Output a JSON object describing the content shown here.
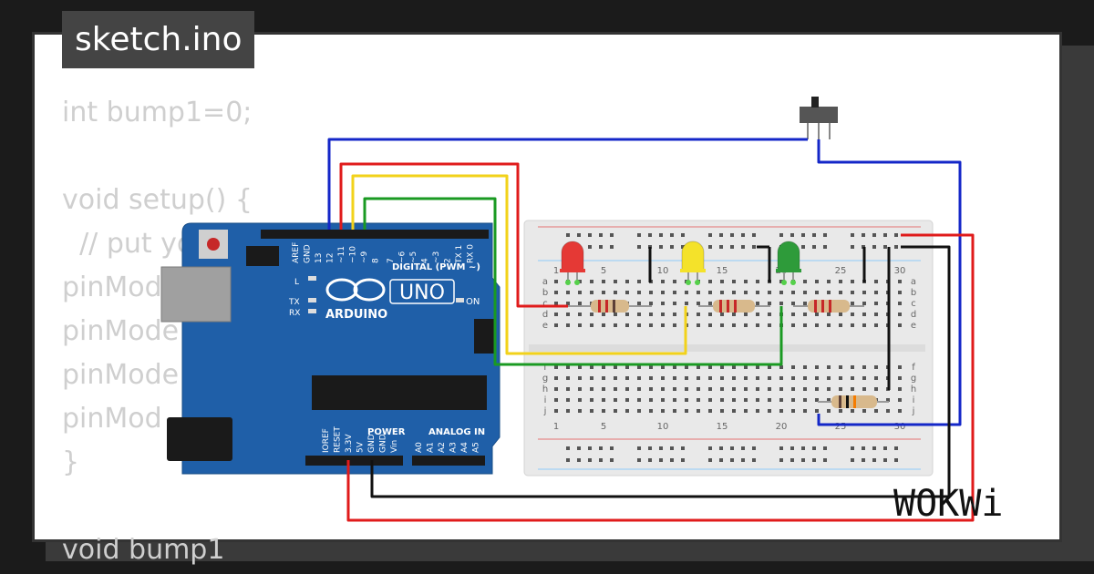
{
  "title": "sketch.ino",
  "code_lines": [
    "int bump1=0;",
    "",
    "void setup() {",
    "  // put yo",
    "pinMod",
    "pinMode",
    "pinMode",
    "pinMod",
    "}",
    "",
    "void bump1"
  ],
  "board": {
    "name": "UNO",
    "brand": "ARDUINO",
    "digital_label": "DIGITAL (PWM ~)",
    "power_label": "POWER",
    "analog_label": "ANALOG IN",
    "on_label": "ON",
    "led_labels": [
      "L",
      "TX",
      "RX"
    ],
    "digital_pins": [
      "AREF",
      "GND",
      "13",
      "12",
      "~11",
      "~10",
      "~9",
      "8",
      "7",
      "~6",
      "~5",
      "4",
      "~3",
      "2",
      "TX 1",
      "RX 0"
    ],
    "power_pins": [
      "IOREF",
      "RESET",
      "3.3V",
      "5V",
      "GND",
      "GND",
      "Vin"
    ],
    "analog_pins": [
      "A0",
      "A1",
      "A2",
      "A3",
      "A4",
      "A5"
    ]
  },
  "breadboard": {
    "column_numbers": [
      "1",
      "5",
      "10",
      "15",
      "20",
      "25",
      "30"
    ],
    "row_letters_top": [
      "a",
      "b",
      "c",
      "d",
      "e"
    ],
    "row_letters_bottom": [
      "f",
      "g",
      "h",
      "i",
      "j"
    ]
  },
  "leds": [
    {
      "color_name": "red",
      "color": "#e53935"
    },
    {
      "color_name": "yellow",
      "color": "#f4e22a"
    },
    {
      "color_name": "green",
      "color": "#2e9b3a"
    }
  ],
  "wire_colors": {
    "blue": "#1427c8",
    "red": "#e01b1b",
    "yellow": "#f2d21a",
    "green": "#1a9a22",
    "black": "#111111"
  },
  "board_color": "#1f5fa8",
  "logo": "WOKWi"
}
